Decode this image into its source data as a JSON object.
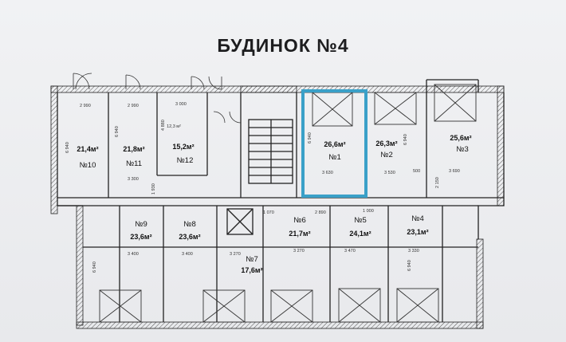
{
  "title": "БУДИНОК №4",
  "highlight_color": "#3aa0c8",
  "units": [
    {
      "num": "№10",
      "area": "21,4м²"
    },
    {
      "num": "№11",
      "area": "21,8м²"
    },
    {
      "num": "№12",
      "area": "15,2м²"
    },
    {
      "num": "№1",
      "area": "26,6м²"
    },
    {
      "num": "№2",
      "area": "26,3м²"
    },
    {
      "num": "№3",
      "area": "25,6м²"
    },
    {
      "num": "№9",
      "area": "23,6м²"
    },
    {
      "num": "№8",
      "area": "23,6м²"
    },
    {
      "num": "№7",
      "area": "17,6м²"
    },
    {
      "num": "№6",
      "area": "21,7м²"
    },
    {
      "num": "№5",
      "area": "24,1м²"
    },
    {
      "num": "№4",
      "area": "23,1м²"
    }
  ],
  "small_area": "12,3 м²",
  "dimensions": {
    "top": [
      "2 990",
      "2 990",
      "3 000"
    ],
    "mid_top": [
      "3 300",
      "3 630",
      "3 530",
      "500",
      "3 690"
    ],
    "mid_bottom": [
      "3 400",
      "3 400",
      "3 270",
      "3 270",
      "3 470",
      "3 330"
    ],
    "vertical": [
      "6 940",
      "6 940",
      "4 880",
      "1 930",
      "6 940",
      "6 940",
      "2 150",
      "6 940",
      "6 940"
    ],
    "corridor": [
      "1 070",
      "2 890",
      "1 000"
    ]
  }
}
